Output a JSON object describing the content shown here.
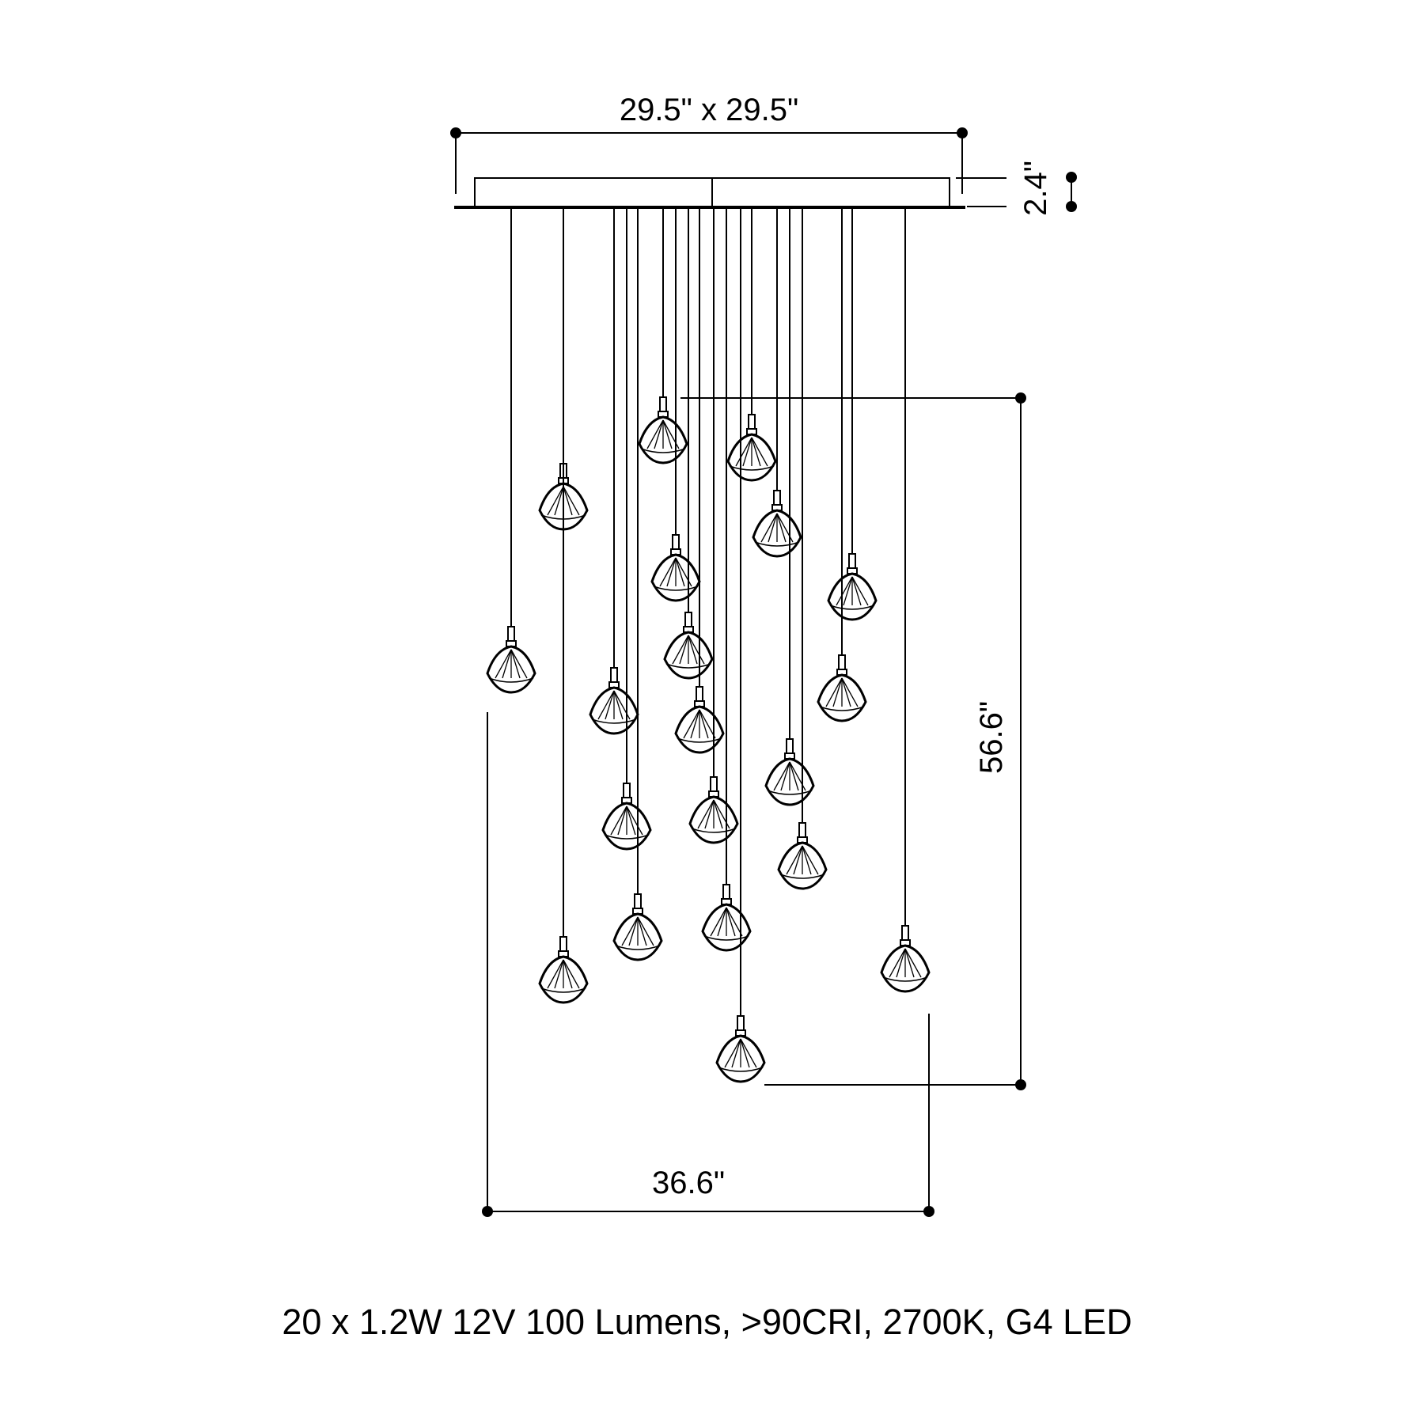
{
  "dimensions": {
    "canopy": "29.5\" x 29.5\"",
    "canopy_height": "2.4\"",
    "drop_height": "56.6\"",
    "spread_width": "36.6\""
  },
  "spec_line": "20 x 1.2W 12V 100 Lumens, >90CRI, 2700K, G4 LED",
  "pendant_count": 20,
  "line_color": "#000000"
}
